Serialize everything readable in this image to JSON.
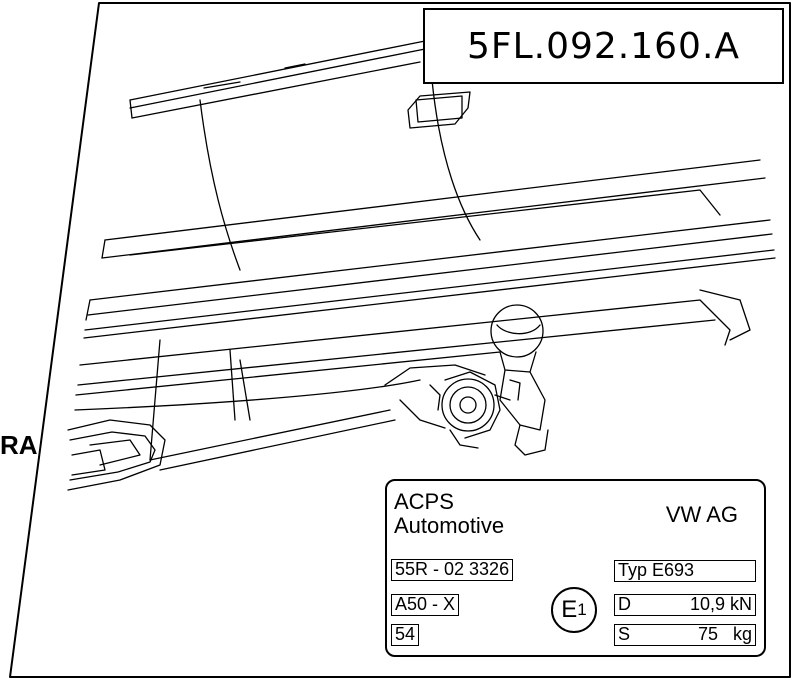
{
  "drawing": {
    "part_number": "5FL.092.160.A",
    "side_label": "RA"
  },
  "type_plate": {
    "manufacturer_line1": "ACPS",
    "manufacturer_line2": "Automotive",
    "vehicle_manufacturer": "VW AG",
    "approval_number": "55R - 02 3326",
    "class": "A50 - X",
    "code": "54",
    "emark_letter": "E",
    "emark_country": "1",
    "type_label": "Typ",
    "type_value": "E693",
    "d_label": "D",
    "d_value": "10,9",
    "d_unit": "kN",
    "s_label": "S",
    "s_value": "75",
    "s_unit": "kg"
  }
}
